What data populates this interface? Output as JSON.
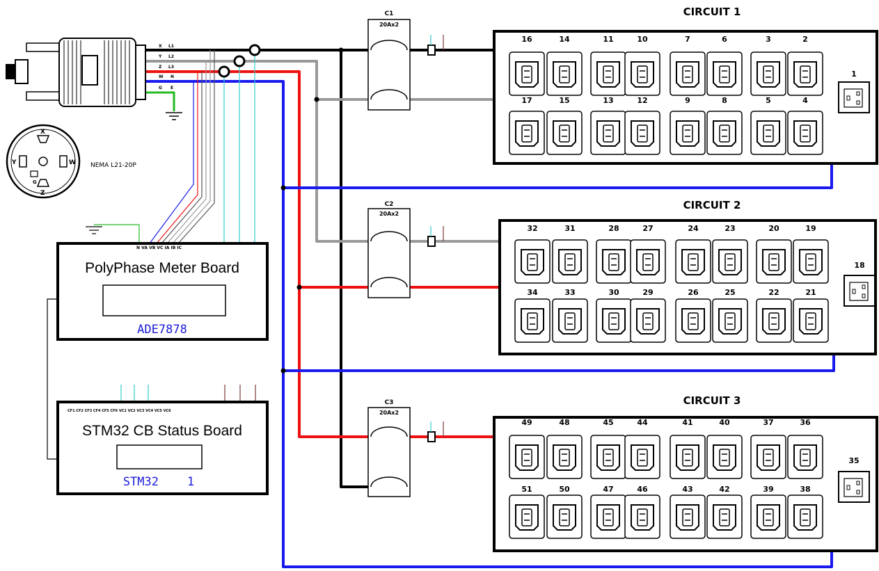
{
  "plug": {
    "pin_labels": [
      "X",
      "Y",
      "Z",
      "W",
      "G"
    ],
    "line_labels": [
      "L1",
      "L2",
      "L3",
      "N",
      "E"
    ],
    "face_labels": [
      "X",
      "Y",
      "Z",
      "W",
      "G"
    ],
    "nema_label": "NEMA L21-20P"
  },
  "meter_board": {
    "title": "PolyPhase Meter Board",
    "chip": "ADE7878",
    "terminals": "N VA VB VC IA IB IC"
  },
  "status_board": {
    "title": "STM32 CB Status Board",
    "chip": "STM32    1",
    "terminals": "CF1 CF2 CF3 CF4 CF5 CF6   VC1 VC2 VC3 VC4 VC5 VC6"
  },
  "colors": {
    "line1": "#000000",
    "line2": "#999999",
    "line3": "#ee1111",
    "neutral": "#1a1aee",
    "ground": "#22bb22",
    "sense": "#33cccc",
    "signal": "#7a3a3a"
  },
  "circuits": [
    {
      "title": "CIRCUIT 1",
      "breaker_label": "C1",
      "breaker_rating": "20Ax2",
      "top_outlets": [
        "16",
        "14",
        "11",
        "10",
        "7",
        "6",
        "3",
        "2"
      ],
      "bottom_outlets": [
        "17",
        "15",
        "13",
        "12",
        "9",
        "8",
        "5",
        "4"
      ],
      "side_outlet": "1"
    },
    {
      "title": "CIRCUIT 2",
      "breaker_label": "C2",
      "breaker_rating": "20Ax2",
      "top_outlets": [
        "32",
        "31",
        "28",
        "27",
        "24",
        "23",
        "20",
        "19"
      ],
      "bottom_outlets": [
        "34",
        "33",
        "30",
        "29",
        "26",
        "25",
        "22",
        "21"
      ],
      "side_outlet": "18"
    },
    {
      "title": "CIRCUIT 3",
      "breaker_label": "C3",
      "breaker_rating": "20Ax2",
      "top_outlets": [
        "49",
        "48",
        "45",
        "44",
        "41",
        "40",
        "37",
        "36"
      ],
      "bottom_outlets": [
        "51",
        "50",
        "47",
        "46",
        "43",
        "42",
        "39",
        "38"
      ],
      "side_outlet": "35"
    }
  ]
}
